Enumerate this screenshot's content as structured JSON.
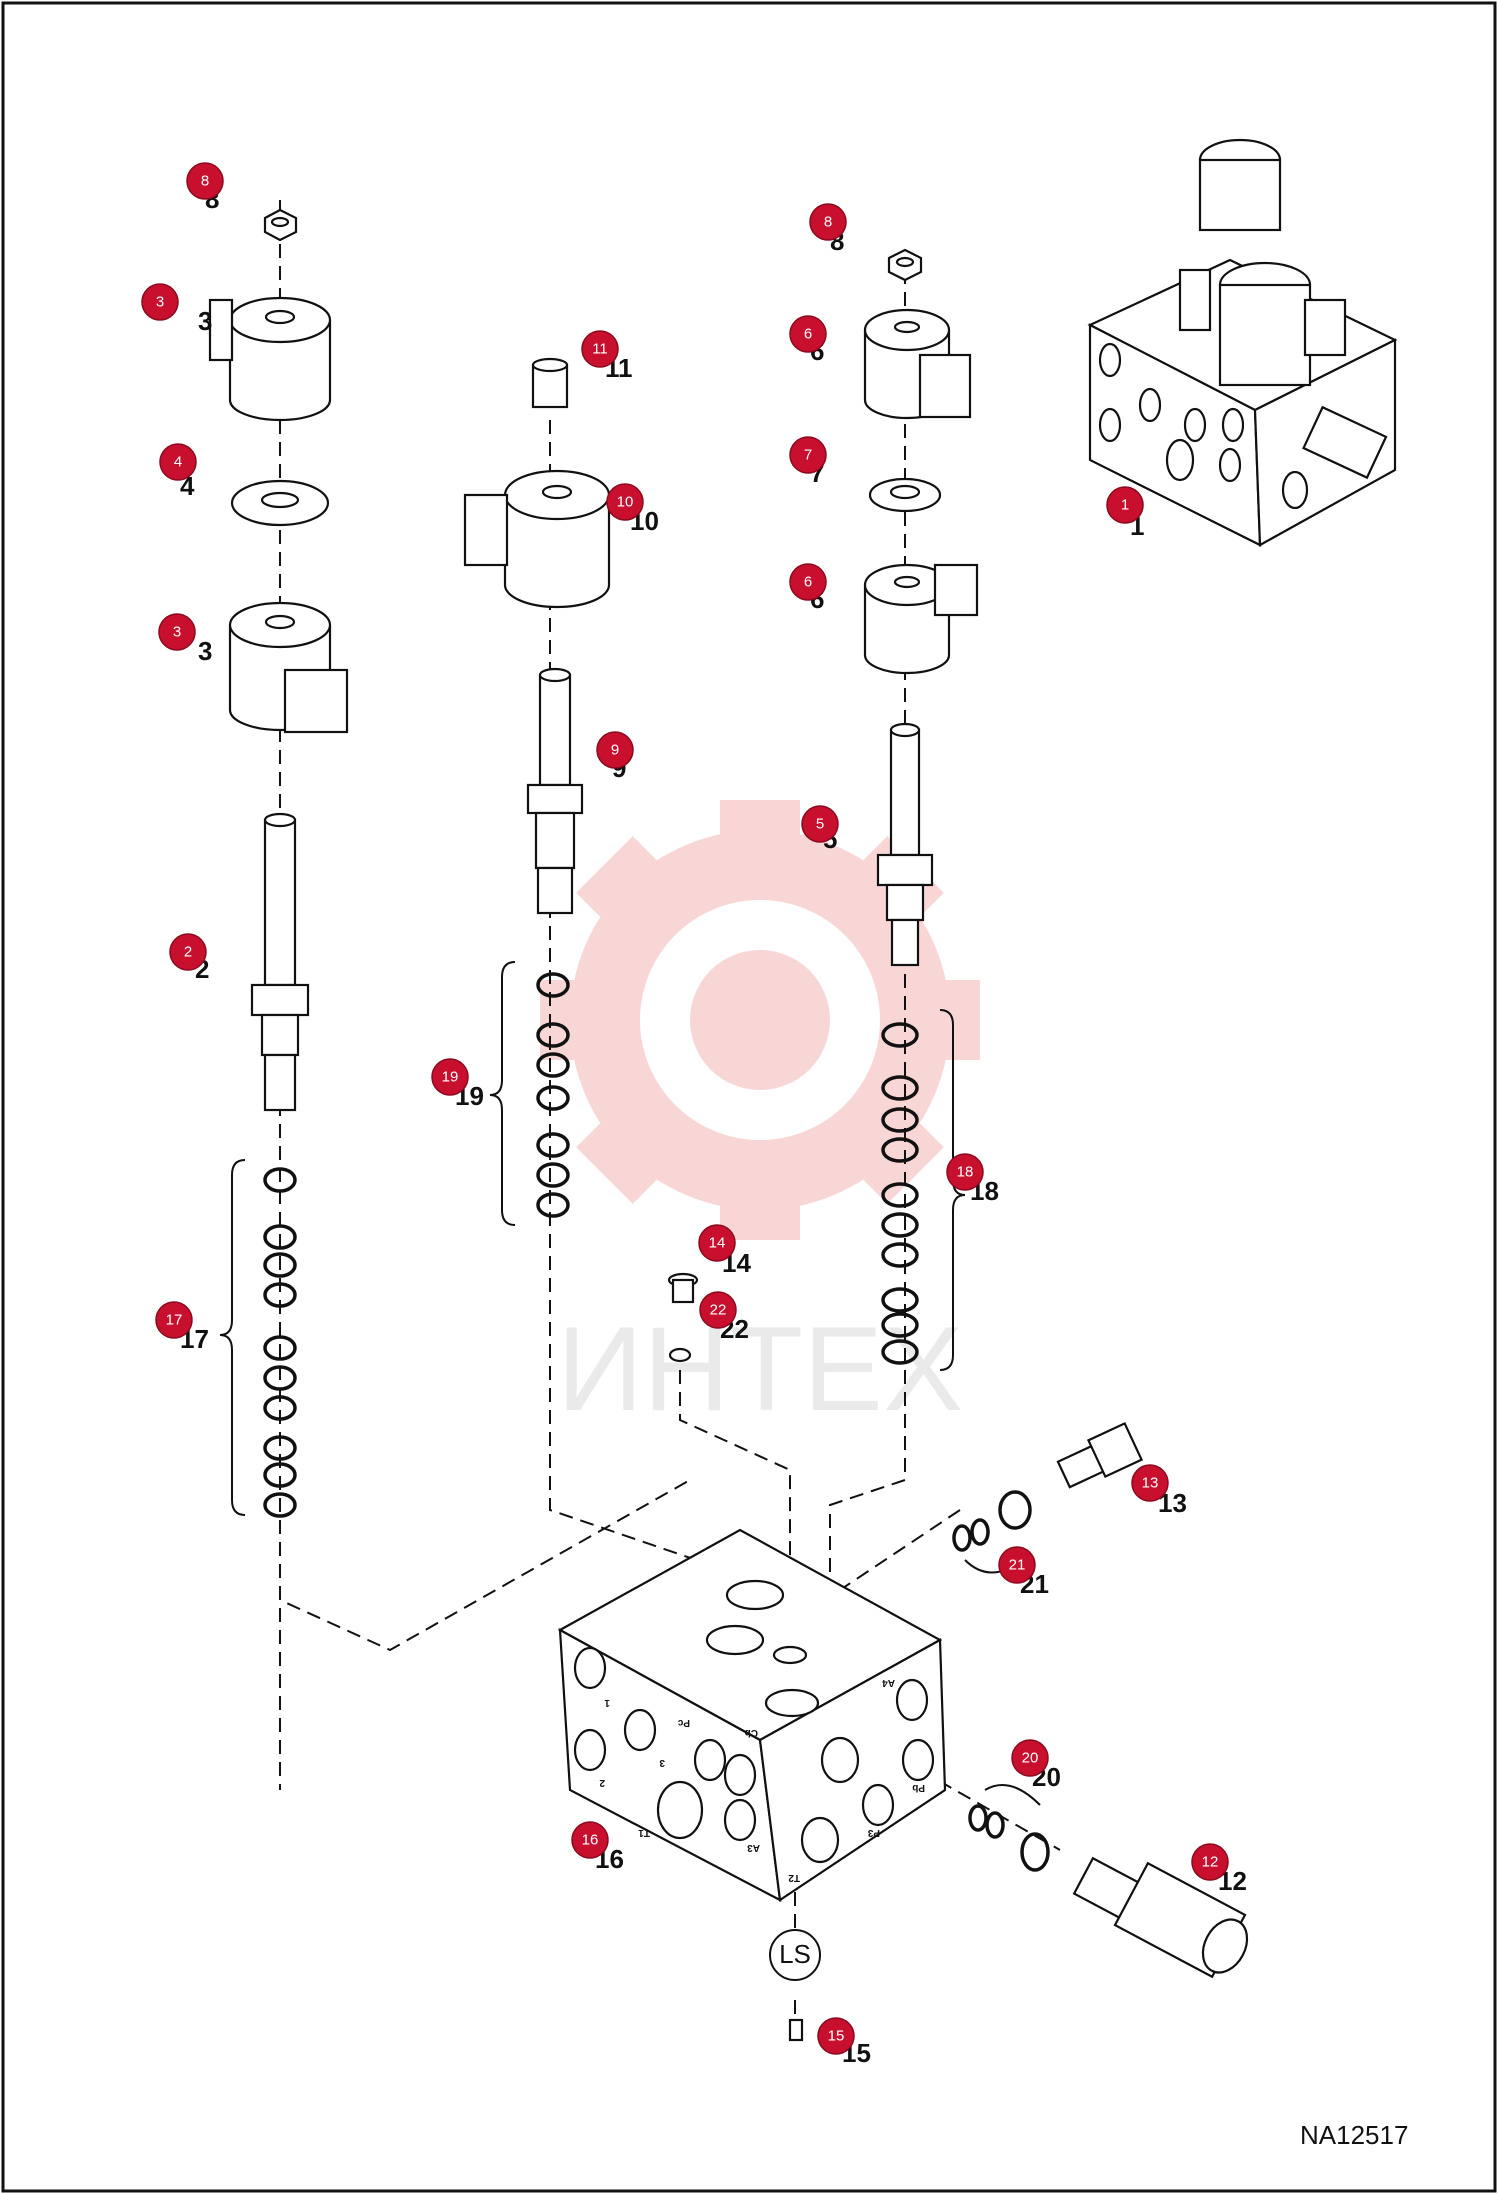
{
  "diagram": {
    "drawing_id": "NA12517",
    "watermark_text": "ИНТЕХ",
    "ls_label": "LS",
    "colors": {
      "badge": "#c8102e",
      "watermark": "#f3b5b5",
      "line": "#111111"
    },
    "callouts": [
      {
        "num": "1"
      },
      {
        "num": "2"
      },
      {
        "num": "3"
      },
      {
        "num": "3"
      },
      {
        "num": "4"
      },
      {
        "num": "5"
      },
      {
        "num": "6"
      },
      {
        "num": "6"
      },
      {
        "num": "7"
      },
      {
        "num": "8"
      },
      {
        "num": "8"
      },
      {
        "num": "9"
      },
      {
        "num": "10"
      },
      {
        "num": "11"
      },
      {
        "num": "12"
      },
      {
        "num": "13"
      },
      {
        "num": "14"
      },
      {
        "num": "15"
      },
      {
        "num": "16"
      },
      {
        "num": "17"
      },
      {
        "num": "18"
      },
      {
        "num": "19"
      },
      {
        "num": "20"
      },
      {
        "num": "21"
      },
      {
        "num": "22"
      }
    ],
    "port_labels": [
      "1",
      "2",
      "3",
      "Pc",
      "Cb",
      "A4",
      "Pb",
      "P3",
      "A3",
      "T1",
      "T2"
    ]
  }
}
